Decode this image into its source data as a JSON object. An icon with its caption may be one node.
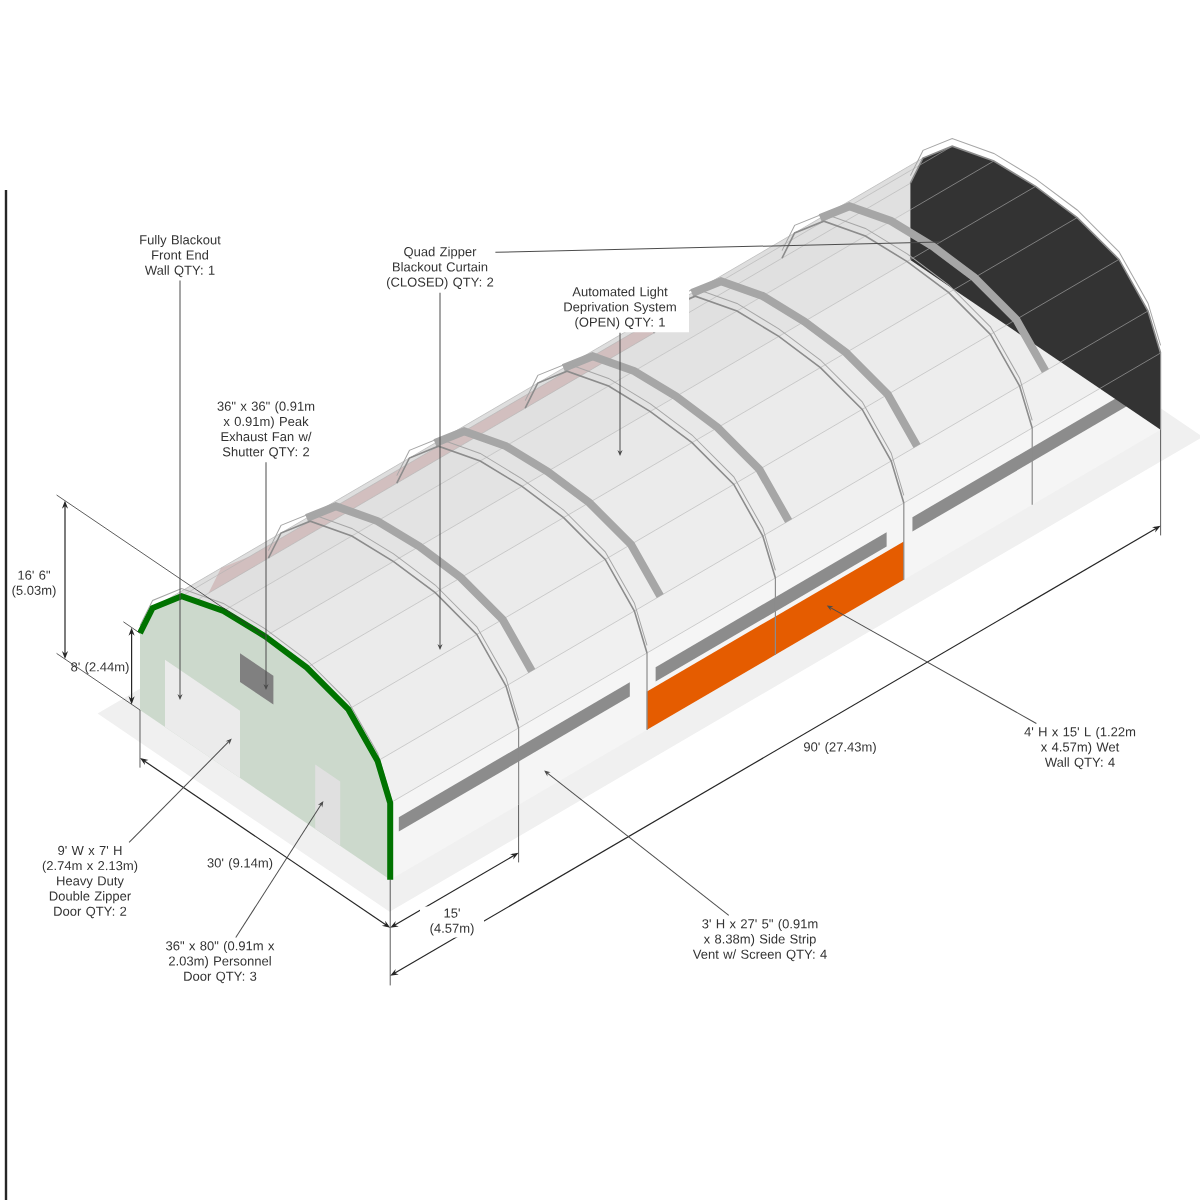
{
  "diagram": {
    "nodes": [
      {
        "text": [
          "Fully Blackout Front End Wall QTY: 1"
        ]
      },
      {
        "text": [
          "Quad Zipper Blackout Curtain (CLOSED) QTY: 2"
        ]
      },
      {
        "text": [
          "Automated Light Deprivation System (OPEN) QTY: 1"
        ]
      },
      {
        "text": [
          "36\" x 36\" (0.91m x 0.91m) Peak Exhaust Fan w/ Shutter QTY: 2"
        ]
      },
      {
        "text": [
          "4' H x 15' L (1.22m x 4.57m) Wet Wall QTY: 4"
        ]
      },
      {
        "text": [
          "9' W  x  7' H (2.74m x 2.13m) Heavy Duty Double Zipper Door QTY: 2"
        ]
      },
      {
        "text": [
          "3' H x 27' 5\" (0.91m x 8.38m) Side Strip Vent w/ Screen QTY: 4"
        ]
      },
      {
        "text": [
          "36\" x 80\" (0.91m x 2.03m) Personnel Door QTY: 3"
        ]
      }
    ],
    "edges": [
      {
        "from": 0,
        "to": null,
        "arrow": "to"
      },
      {
        "from": 1,
        "to": null,
        "arrow": "none"
      },
      {
        "from": 1,
        "to": null,
        "arrow": "to"
      },
      {
        "from": 2,
        "to": null,
        "arrow": "to"
      },
      {
        "from": 3,
        "to": null,
        "arrow": "to"
      },
      {
        "from": 4,
        "to": null,
        "arrow": "to"
      },
      {
        "from": 5,
        "to": null,
        "arrow": "to"
      },
      {
        "from": 6,
        "to": null,
        "arrow": "to"
      },
      {
        "from": 7,
        "to": null,
        "arrow": "to"
      }
    ],
    "labels": [
      "16' 6\" (5.03m)",
      "8' (2.44m)",
      "30' (9.14m)",
      "15' (4.57m)",
      "90' (27.43m)"
    ]
  }
}
